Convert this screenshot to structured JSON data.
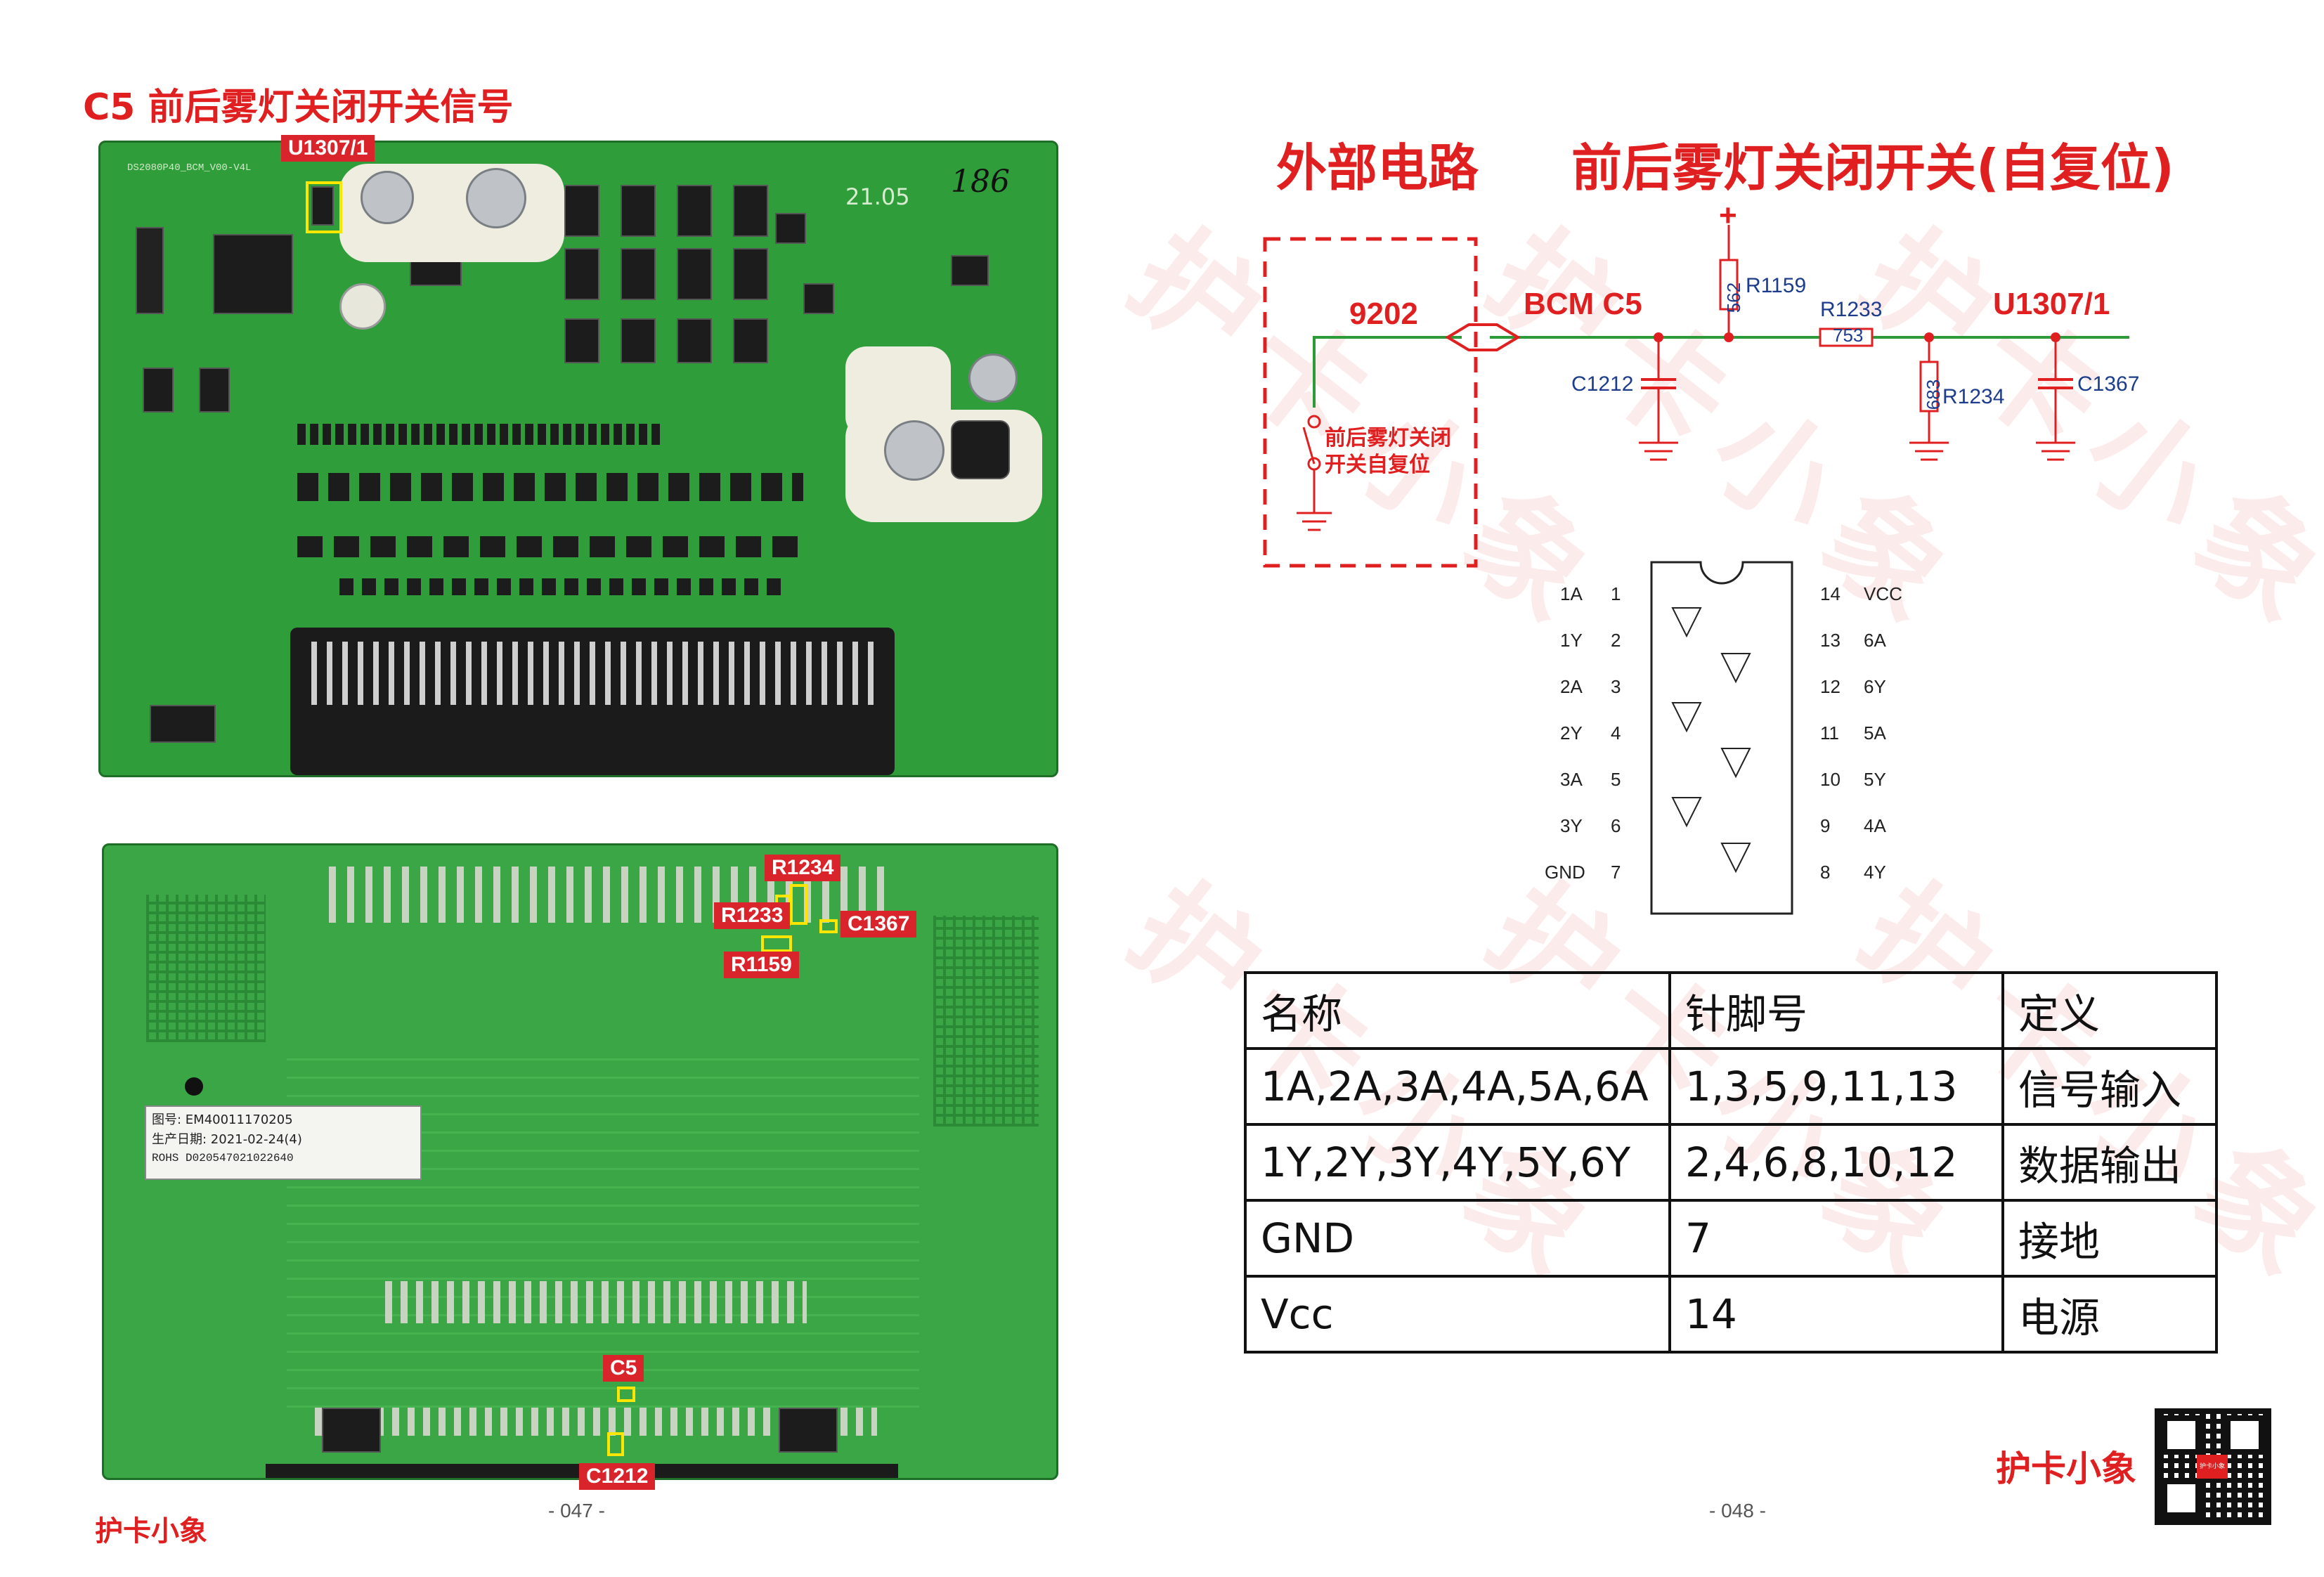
{
  "page_title": "C5  前后雾灯关闭开关信号",
  "watermark": "护卡小象",
  "board_top": {
    "silk_model": "DS2080P40_BCM_V00-V4L",
    "silk_handwritten": "186",
    "silk_date": "21.05",
    "callout_u1307": "U1307/1"
  },
  "board_bottom": {
    "label_line1": "图号: EM40011170205",
    "label_line2": "生产日期: 2021-02-24(4)",
    "label_line3": "ROHS D020547021022640",
    "callouts": {
      "r1234": "R1234",
      "r1233": "R1233",
      "c1367": "C1367",
      "r1159": "R1159",
      "c5": "C5",
      "c1212": "C1212"
    }
  },
  "schematic": {
    "heading_left": "外部电路",
    "heading_right": "前后雾灯关闭开关(自复位)",
    "net_9202": "9202",
    "net_bcm": "BCM C5",
    "net_u1307": "U1307/1",
    "vcc_plus": "+",
    "switch_line1": "前后雾灯关闭",
    "switch_line2": "开关自复位",
    "r1159": "R1159",
    "r1159_value": "562",
    "r1233": "R1233",
    "r1233_value": "753",
    "r1234": "R1234",
    "r1234_value": "683",
    "c1212": "C1212",
    "c1367": "C1367"
  },
  "ic": {
    "left_pins": [
      {
        "name": "1A",
        "num": "1"
      },
      {
        "name": "1Y",
        "num": "2"
      },
      {
        "name": "2A",
        "num": "3"
      },
      {
        "name": "2Y",
        "num": "4"
      },
      {
        "name": "3A",
        "num": "5"
      },
      {
        "name": "3Y",
        "num": "6"
      },
      {
        "name": "GND",
        "num": "7"
      }
    ],
    "right_pins": [
      {
        "name": "VCC",
        "num": "14"
      },
      {
        "name": "6A",
        "num": "13"
      },
      {
        "name": "6Y",
        "num": "12"
      },
      {
        "name": "5A",
        "num": "11"
      },
      {
        "name": "5Y",
        "num": "10"
      },
      {
        "name": "4A",
        "num": "9"
      },
      {
        "name": "4Y",
        "num": "8"
      }
    ]
  },
  "pin_table": {
    "headers": [
      "名称",
      "针脚号",
      "定义"
    ],
    "rows": [
      [
        "1A,2A,3A,4A,5A,6A",
        "1,3,5,9,11,13",
        "信号输入"
      ],
      [
        "1Y,2Y,3Y,4Y,5Y,6Y",
        "2,4,6,8,10,12",
        "数据输出"
      ],
      [
        "GND",
        "7",
        "接地"
      ],
      [
        "Vcc",
        "14",
        "电源"
      ]
    ]
  },
  "footer": {
    "page_left": "- 047 -",
    "page_right": "- 048 -",
    "brand_left": "护卡小象",
    "brand_right": "护卡小象",
    "qr_badge": "护卡小象"
  },
  "colors": {
    "accent": "#e02020",
    "pcb": "#2f9e3a",
    "schematic_wire": "#2e9b3a",
    "component_blue": "#1d3c8c"
  }
}
